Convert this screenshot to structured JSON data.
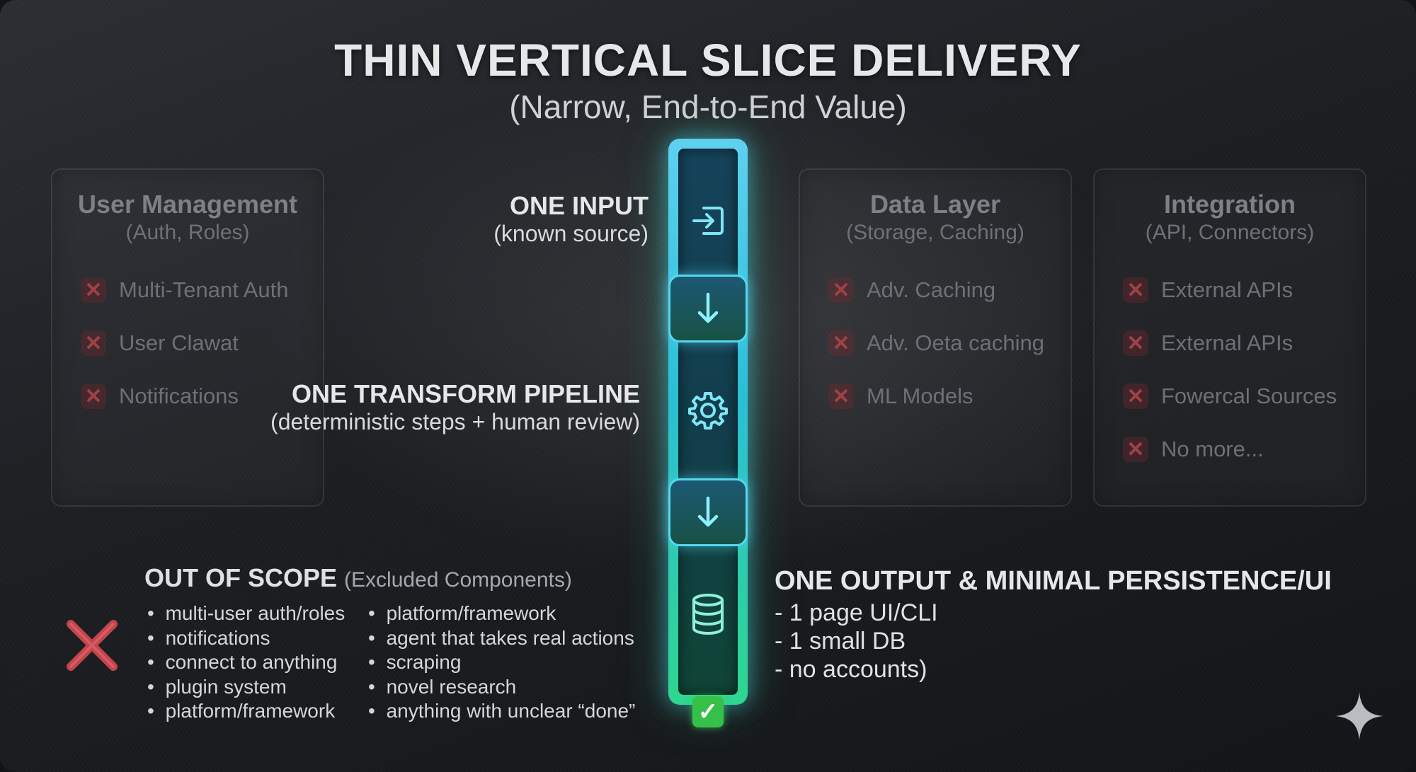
{
  "title": "THIN VERTICAL SLICE DELIVERY",
  "subtitle": "(Narrow, End-to-End Value)",
  "panels": {
    "user_management": {
      "title": "User Management",
      "subtitle": "(Auth, Roles)",
      "items": [
        "Multi-Tenant Auth",
        "User Clawat",
        "Notifications"
      ]
    },
    "data_layer": {
      "title": "Data Layer",
      "subtitle": "(Storage, Caching)",
      "items": [
        "Adv. Caching",
        "Adv. Oeta caching",
        "ML Models"
      ]
    },
    "integration": {
      "title": "Integration",
      "subtitle": "(API, Connectors)",
      "items": [
        "External APIs",
        "External APIs",
        "Fowercal Sources",
        "No more..."
      ]
    }
  },
  "slice": {
    "input": {
      "title": "ONE INPUT",
      "sub": "(known source)"
    },
    "pipeline": {
      "title": "ONE TRANSFORM PIPELINE",
      "sub": "(deterministic steps + human review)"
    },
    "output": {
      "title": "ONE OUTPUT & MINIMAL PERSISTENCE/UI",
      "items": [
        "- 1 page UI/CLI",
        "- 1 small DB",
        "- no accounts)"
      ]
    },
    "icons": [
      "sign-in-icon",
      "arrow-down-icon",
      "gear-icon",
      "arrow-down-icon",
      "database-icon",
      "check-icon"
    ],
    "check_glyph": "✓"
  },
  "out_of_scope": {
    "title": "OUT OF SCOPE",
    "sub": "(Excluded Components)",
    "col1": [
      "multi-user auth/roles",
      "notifications",
      "connect to anything",
      "plugin system",
      "platform/framework"
    ],
    "col2": [
      "platform/framework",
      "agent that takes real actions",
      "scraping",
      "novel research",
      "anything with unclear “done”"
    ]
  },
  "colors": {
    "accent_cyan": "#57d6ef",
    "accent_green": "#2fd68f",
    "exclude_red": "#c2444c"
  }
}
